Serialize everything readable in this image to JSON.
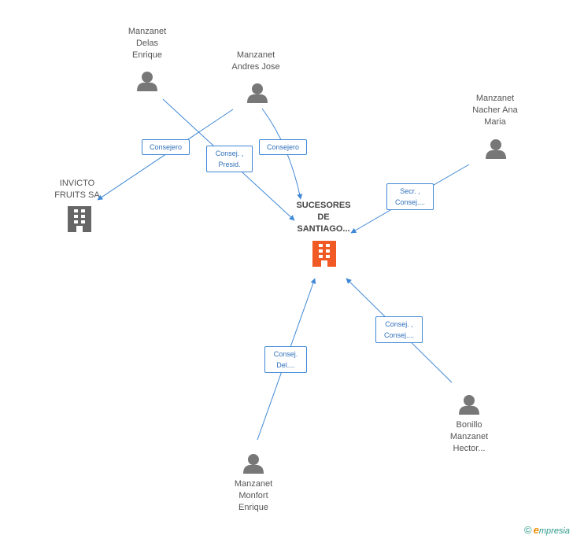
{
  "company_main": {
    "label": "SUCESORES\nDE\nSANTIAGO...",
    "color": "#f15a24"
  },
  "company_other": {
    "label": "INVICTO\nFRUITS SA",
    "color": "#666666"
  },
  "persons": [
    {
      "id": "delas",
      "label": "Manzanet\nDelas\nEnrique"
    },
    {
      "id": "andres",
      "label": "Manzanet\nAndres Jose"
    },
    {
      "id": "nacher",
      "label": "Manzanet\nNacher Ana\nMaria"
    },
    {
      "id": "bonillo",
      "label": "Bonillo\nManzanet\nHector..."
    },
    {
      "id": "monfort",
      "label": "Manzanet\nMonfort\nEnrique"
    }
  ],
  "edge_labels": [
    {
      "id": "e1",
      "label": "Consejero"
    },
    {
      "id": "e2",
      "label": "Consej. ,\nPresid."
    },
    {
      "id": "e3",
      "label": "Consejero"
    },
    {
      "id": "e4",
      "label": "Secr. ,\nConsej...."
    },
    {
      "id": "e5",
      "label": "Consej. ,\nConsej...."
    },
    {
      "id": "e6",
      "label": "Consej.\nDel...."
    }
  ],
  "footer": {
    "symbol": "©",
    "brand_initial": "e",
    "brand_rest": "mpresia"
  },
  "colors": {
    "edge": "#3f88d6",
    "person_icon": "#777777"
  }
}
